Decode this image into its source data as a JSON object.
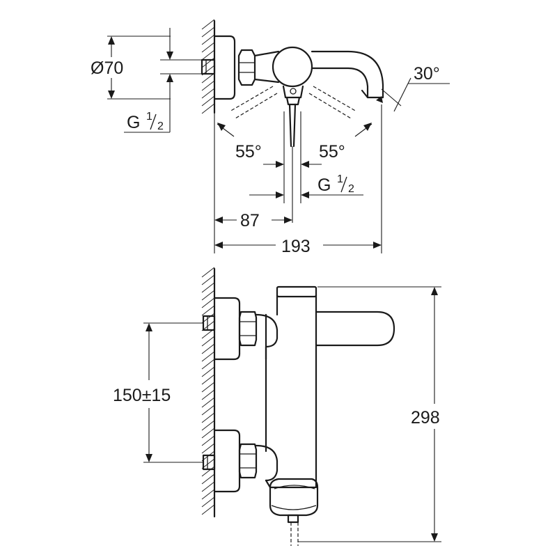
{
  "diagram": {
    "top_view": {
      "diameter_label": "Ø70",
      "thread_left": {
        "prefix": "G",
        "num": "1",
        "den": "2"
      },
      "angle_spout": "30°",
      "angle_left": "55°",
      "angle_right": "55°",
      "thread_bottom": {
        "prefix": "G",
        "num": "1",
        "den": "2"
      },
      "dim_87": "87",
      "dim_193": "193"
    },
    "side_view": {
      "dim_spacing": "150±15",
      "dim_height": "298"
    }
  }
}
